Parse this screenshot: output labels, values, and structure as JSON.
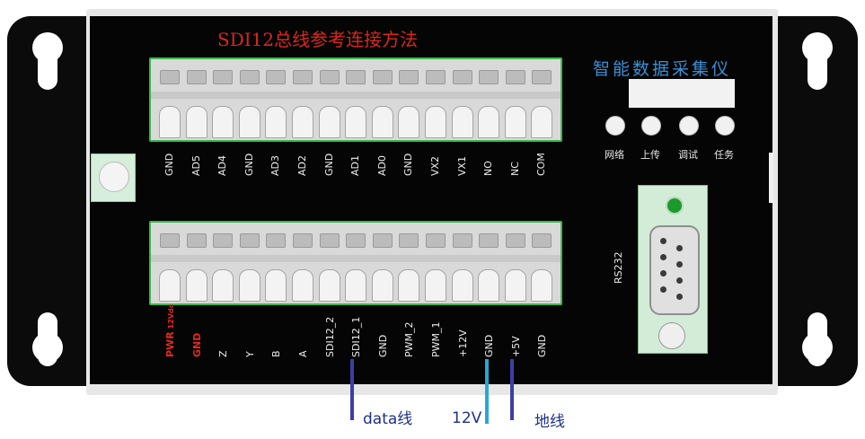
{
  "title": "SDI12总线参考连接方法",
  "device_name": "智能数据采集仪",
  "buttons": [
    {
      "label": "网络",
      "icon": "round-button-icon"
    },
    {
      "label": "上传",
      "icon": "round-button-icon"
    },
    {
      "label": "调试",
      "icon": "round-button-icon"
    },
    {
      "label": "任务",
      "icon": "round-button-icon"
    }
  ],
  "top_terminals": [
    "GND",
    "AD5",
    "AD4",
    "GND",
    "AD3",
    "AD2",
    "GND",
    "AD1",
    "AD0",
    "GND",
    "VX2",
    "VX1",
    "NO",
    "NC",
    "COM"
  ],
  "bottom_terminals": [
    {
      "label": "PWR",
      "sub": "12Vdc",
      "red": true
    },
    {
      "label": "GND",
      "red": true
    },
    {
      "label": "Z"
    },
    {
      "label": "Y"
    },
    {
      "label": "B"
    },
    {
      "label": "A"
    },
    {
      "label": "SDI12_2"
    },
    {
      "label": "SDI12_1"
    },
    {
      "label": "GND"
    },
    {
      "label": "PWM_2"
    },
    {
      "label": "PWM_1"
    },
    {
      "label": "+12V"
    },
    {
      "label": "GND"
    },
    {
      "label": "+5V"
    },
    {
      "label": "GND"
    }
  ],
  "serial_port_label": "RS232",
  "annotations": {
    "data": "data线",
    "power": "12V",
    "ground": "地线"
  },
  "colors": {
    "title": "#d9281c",
    "device_name": "#3c8fd4",
    "terminal_border": "#3cb84a",
    "data_wire": "#3a3fa8",
    "power_wire": "#2aa6d8",
    "ground_wire": "#3a3fa8",
    "power_label": "#e02a1f"
  }
}
